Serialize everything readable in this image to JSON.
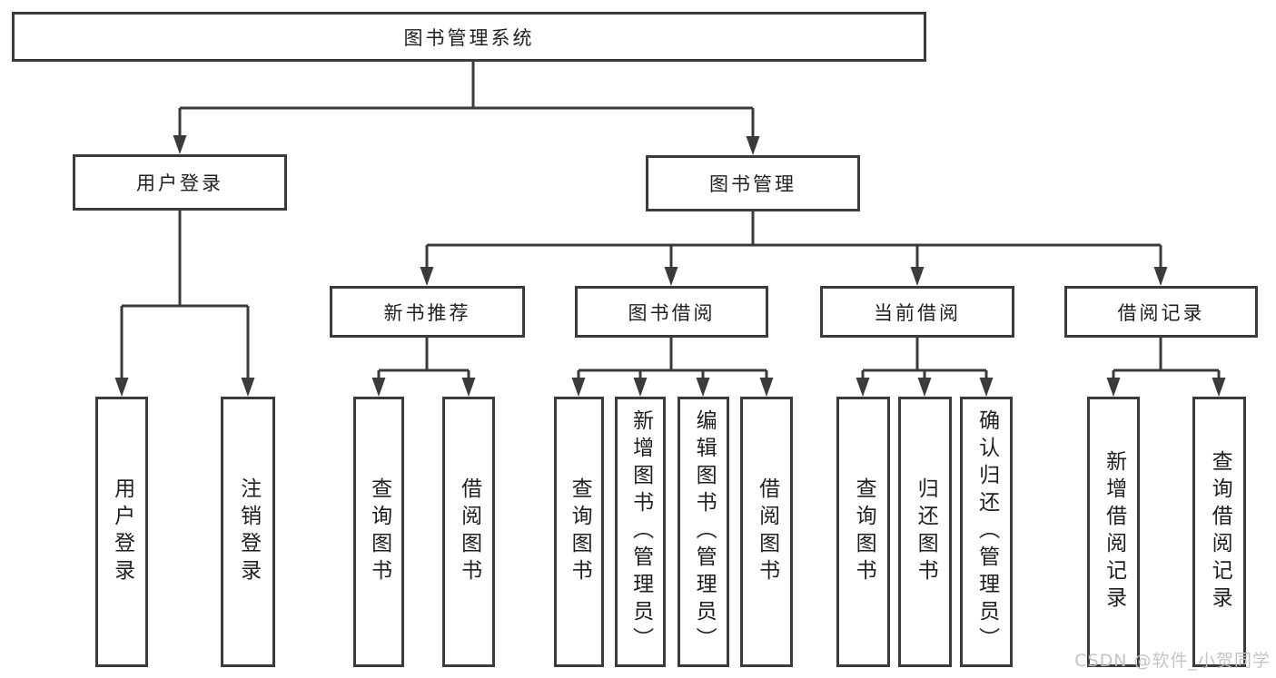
{
  "diagram": {
    "root": "图书管理系统",
    "login": {
      "label": "用户登录",
      "children": [
        "用户登录",
        "注销登录"
      ]
    },
    "management": {
      "label": "图书管理",
      "sections": {
        "recommend": {
          "label": "新书推荐",
          "children": [
            "查询图书",
            "借阅图书"
          ]
        },
        "borrow": {
          "label": "图书借阅",
          "children": [
            "查询图书",
            "新增图书（管理员）",
            "编辑图书（管理员）",
            "借阅图书"
          ]
        },
        "current": {
          "label": "当前借阅",
          "children": [
            "查询图书",
            "归还图书",
            "确认归还（管理员）"
          ]
        },
        "records": {
          "label": "借阅记录",
          "children": [
            "新增借阅记录",
            "查询借阅记录"
          ]
        }
      }
    }
  },
  "colors": {
    "line": "#3b3b3b",
    "text": "#1f1f1f",
    "watermark": "#c1c1c1"
  },
  "watermark": "CSDN @软件_小贺同学"
}
